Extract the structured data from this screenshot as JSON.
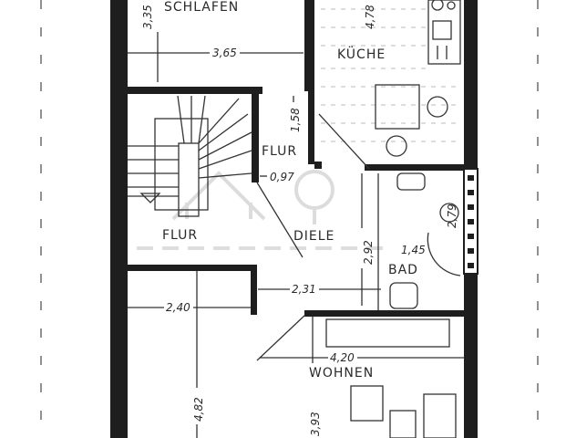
{
  "rooms": {
    "schlafen": "SCHLAFEN",
    "kueche": "KÜCHE",
    "flur_small": "FLUR",
    "flur": "FLUR",
    "diele": "DIELE",
    "bad": "BAD",
    "wohnen": "WOHNEN"
  },
  "dimensions": {
    "schlafen_height": "3,35",
    "schlafen_width": "3,65",
    "kueche_height": "4,78",
    "flur_height": "1,58",
    "flur_width": "0,97",
    "diele_height": "2,92",
    "bad_width": "1,45",
    "bad_height": "2,79",
    "flur_width_lower": "2,40",
    "diele_width": "2,31",
    "wohnen_width": "4,20",
    "left_room_height": "4,82",
    "wohnen_height": "3,93"
  },
  "watermark": "ohne-makler",
  "colors": {
    "wall": "#1e1e1e",
    "line": "#333333",
    "background": "#ffffff"
  }
}
